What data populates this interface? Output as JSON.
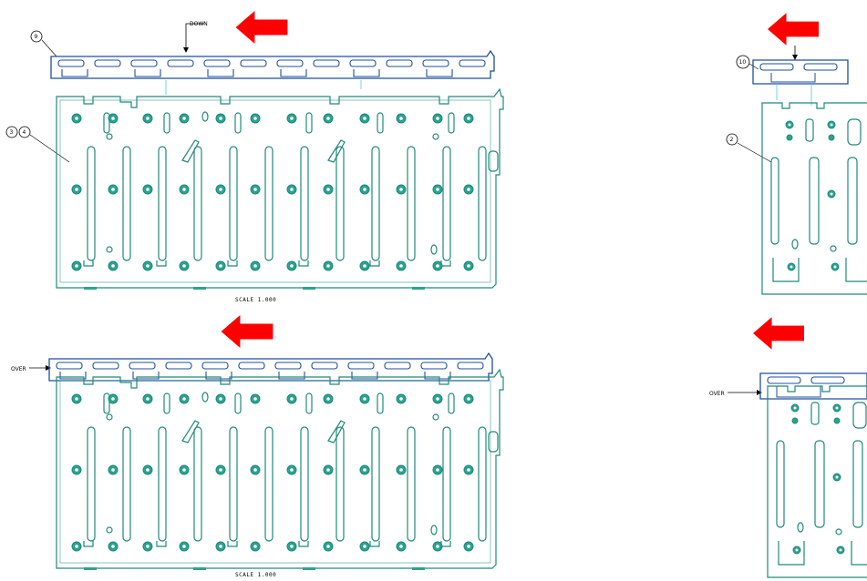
{
  "callouts": {
    "top_bar_left": "9",
    "left_plate_top": "3",
    "left_plate_top_b": "4",
    "top_bar_right": "10",
    "right_plate_top": "2"
  },
  "labels": {
    "down": "DOWN",
    "over_left": "OVER",
    "over_right": "OVER",
    "scale_top": "SCALE  1.000",
    "scale_bottom": "SCALE  1.000"
  },
  "colors": {
    "arrow": "#ff0000",
    "plate_stroke": "#1f8a7a",
    "bar_stroke": "#1e4fa0",
    "hole_fill": "#2aa38f",
    "leader": "#000000"
  },
  "icons": {
    "direction_arrow": "left-arrow-icon"
  }
}
